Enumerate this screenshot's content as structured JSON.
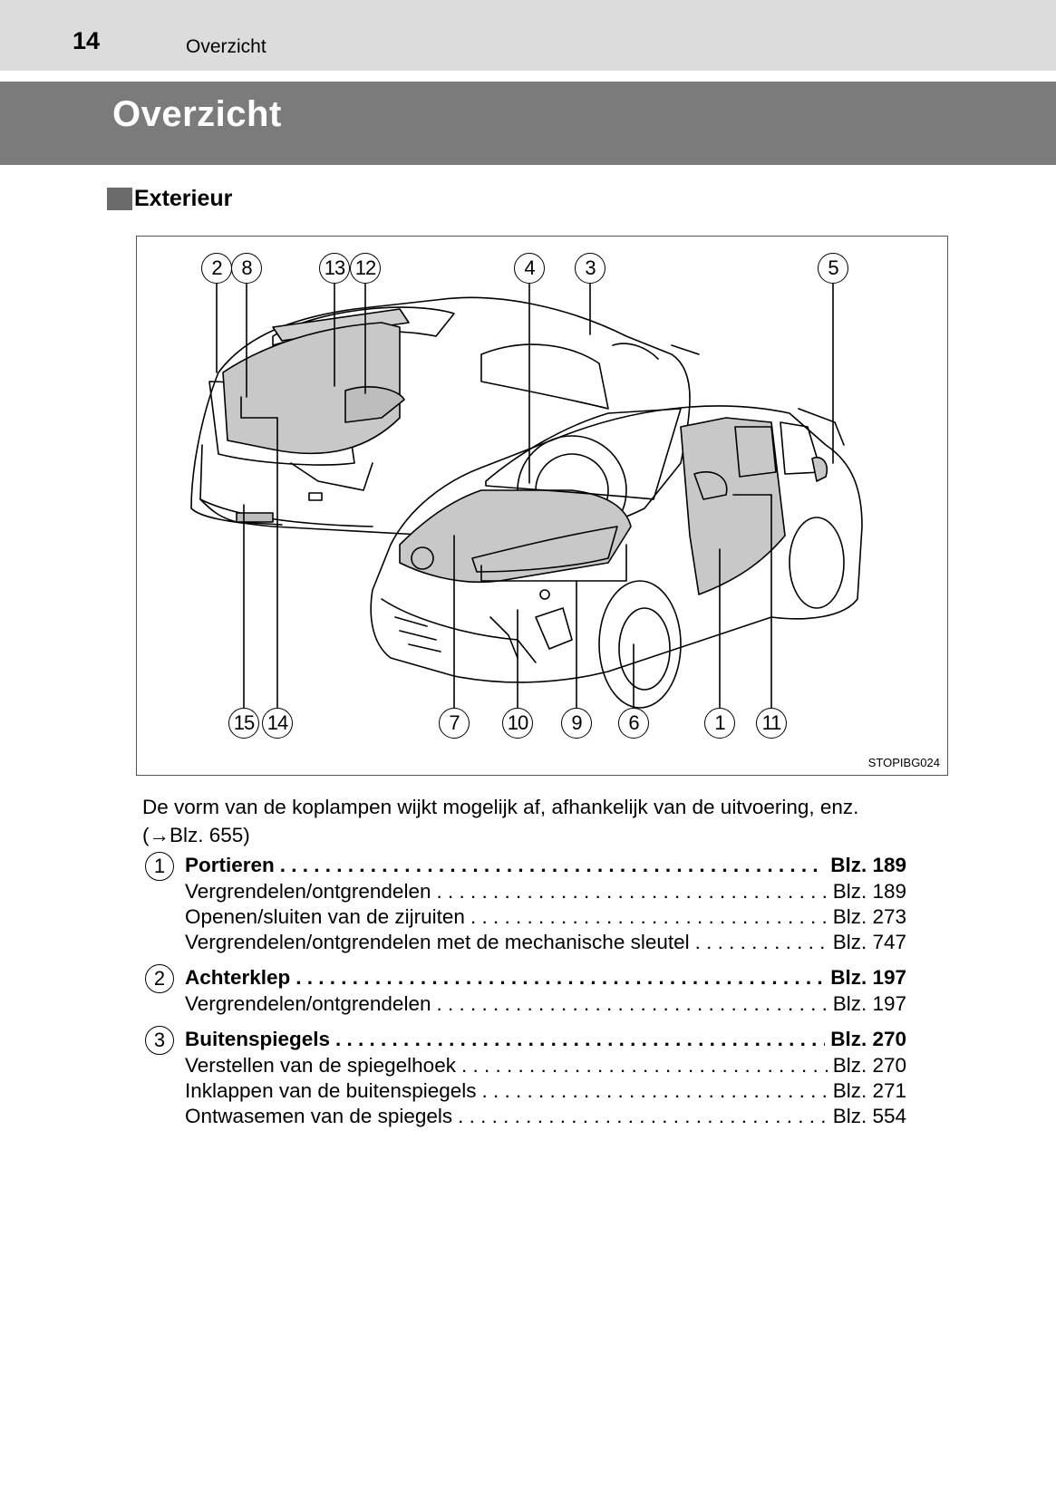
{
  "header": {
    "page_number": "14",
    "section": "Overzicht"
  },
  "title": "Overzicht",
  "subheading": "Exterieur",
  "figure": {
    "callouts": [
      "1",
      "2",
      "3",
      "4",
      "5",
      "6",
      "7",
      "8",
      "9",
      "10",
      "11",
      "12",
      "13",
      "14",
      "15"
    ],
    "code": "STOPIBG024"
  },
  "note": "De vorm van de koplampen wijkt mogelijk af, afhankelijk van de uitvoering, enz. (→Blz. 655)",
  "toc": [
    {
      "num": "1",
      "title": "Portieren",
      "page": "Blz. 189",
      "items": [
        {
          "label": "Vergrendelen/ontgrendelen",
          "page": "Blz. 189"
        },
        {
          "label": "Openen/sluiten van de zijruiten",
          "page": "Blz. 273"
        },
        {
          "label": "Vergrendelen/ontgrendelen met de mechanische sleutel",
          "page": "Blz. 747"
        }
      ]
    },
    {
      "num": "2",
      "title": "Achterklep",
      "page": "Blz. 197",
      "items": [
        {
          "label": "Vergrendelen/ontgrendelen",
          "page": "Blz. 197"
        }
      ]
    },
    {
      "num": "3",
      "title": "Buitenspiegels",
      "page": "Blz. 270",
      "items": [
        {
          "label": "Verstellen van de spiegelhoek",
          "page": "Blz. 270"
        },
        {
          "label": "Inklappen van de buitenspiegels",
          "page": "Blz. 271"
        },
        {
          "label": "Ontwasemen van de spiegels",
          "page": "Blz. 554"
        }
      ]
    }
  ]
}
